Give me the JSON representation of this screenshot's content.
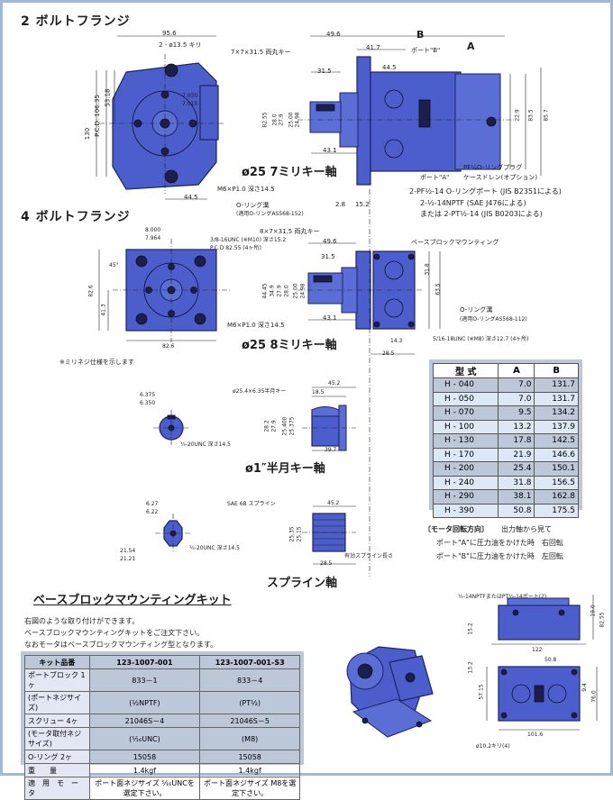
{
  "sections": {
    "two_bolt": "2 ボルトフランジ",
    "four_bolt": "4 ボルトフランジ",
    "shaft_25_7": "ø25 7ミリキー軸",
    "shaft_25_8": "ø25 8ミリキー軸",
    "shaft_1in": "ø1″半月キー軸",
    "spline": "スプライン軸",
    "kit": "ベースブロックマウンティングキット"
  },
  "two_bolt": {
    "dims": [
      "95.6",
      "2 - ø13.5 キリ",
      "130",
      "P.C.D. 106.35",
      "53.18",
      "7.030",
      "7.015",
      "44.5",
      "M6×P1.0 深さ14.5",
      "O-リング溝",
      "(適用O-リングAS568-152)"
    ]
  },
  "side_view": {
    "key_note": "7×7×31.5 両丸キー",
    "dims": [
      "49.6",
      "41.7",
      "31.5",
      "44.5",
      "82.55",
      "28.0",
      "27.9",
      "25.00",
      "24.98",
      "43.1",
      "2.8",
      "15.2",
      "22.9",
      "83.5",
      "85.7",
      "B",
      "A"
    ],
    "port_b": "ポート\"B\"",
    "port_a": "ポート\"A\"",
    "drain": "PF¼O-リングプラグ",
    "drain2": "ケースドレン(オプション)",
    "port_note1": "2-PF½-14 O-リングポート (JIS B2351による)",
    "port_note2": "2-½-14NPTF (SAE J476による)",
    "port_note3": "または 2-PT½-14 (JIS B0203による)"
  },
  "four_bolt": {
    "dims": [
      "8.000",
      "7.964",
      "3/8-16UNC (※M10) 深さ15.2",
      "P.C.D 82.55 (4ヶ所)",
      "45°",
      "82.6",
      "41.3",
      "82.6",
      "M6×P1.0 深さ14.5",
      "8×7×31.5 両丸キー",
      "49.6",
      "31.5",
      "44.45",
      "34.9",
      "27.9",
      "28.0",
      "25.00",
      "24.98",
      "43.1",
      "31.8",
      "63.5",
      "14.3",
      "28.5"
    ],
    "base_mount": "ベースブロックマウンティング",
    "oring": "O-リング溝",
    "oring2": "(適用O-リングAS568-112)",
    "bolt": "5/16-18UNC (※M8) 深さ12.7 (4ヶ所)"
  },
  "metric_note": "※ミリネジ仕様を示します",
  "shaft_1in": {
    "dims": [
      "6.375",
      "6.350",
      "¼-20UNC 深さ14.5",
      "ø25.4×6.35半月キー",
      "18.5",
      "45.2",
      "28.2",
      "27.9",
      "25.400",
      "25.375",
      "39.7"
    ]
  },
  "spline_shaft": {
    "dims": [
      "6.27",
      "6.22",
      "21.54",
      "21.21",
      "¼-20UNC 深さ14.5",
      "SAE 6B スプライン",
      "45.2",
      "25.35",
      "25.15",
      "28.5",
      "有効スプライン長さ"
    ]
  },
  "model_table": {
    "headers": [
      "型 式",
      "A",
      "B"
    ],
    "rows": [
      [
        "H - 040",
        "7.0",
        "131.7"
      ],
      [
        "H - 050",
        "7.0",
        "131.7"
      ],
      [
        "H - 070",
        "9.5",
        "134.2"
      ],
      [
        "H - 100",
        "13.2",
        "137.9"
      ],
      [
        "H - 130",
        "17.8",
        "142.5"
      ],
      [
        "H - 170",
        "21.9",
        "146.6"
      ],
      [
        "H - 200",
        "25.4",
        "150.1"
      ],
      [
        "H - 240",
        "31.8",
        "156.5"
      ],
      [
        "H - 290",
        "38.1",
        "162.8"
      ],
      [
        "H - 390",
        "50.8",
        "175.5"
      ]
    ]
  },
  "rotation": {
    "title": "〔モータ回転方向〕",
    "line0": "出力軸から見て",
    "line1": "ポート\"A\"に圧力油をかけた時　右回転",
    "line2": "ポート\"B\"に圧力油をかけた時　左回転"
  },
  "kit": {
    "desc1": "右図のような取り付けができます。",
    "desc2": "ベースブロックマウンティングキットをご注文下さい。",
    "desc3": "なおモータはベースブロックマウンティング型となります。",
    "table": {
      "headers": [
        "キット品番",
        "123-1007-001",
        "123-1007-001-S3"
      ],
      "rows": [
        [
          "ポートブロック 1ヶ",
          "833－1",
          "833－4"
        ],
        [
          "(ポートネジサイズ)",
          "(½NPTF)",
          "(PT½)"
        ],
        [
          "スクリュー 4ヶ",
          "21046S－4",
          "21046S－5"
        ],
        [
          "(モータ取付ネジサイズ)",
          "(⁵⁄₁₆UNC)",
          "(M8)"
        ],
        [
          "O-リング 2ヶ",
          "15058",
          "15058"
        ],
        [
          "重　　量",
          "1.4kgf",
          "1.4kgf"
        ],
        [
          "適　用　モ　ー　タ",
          "ポート面ネジサイズ ⁵⁄₁₆UNCを選定下さい。",
          "ポート面ネジサイズ M8を選定下さい。"
        ]
      ]
    }
  },
  "kit_drawing": {
    "dims": [
      "½-14NPTFまたはPT½-14ポート(2)",
      "19.0",
      "82.55",
      "15.2",
      "122",
      "50.8",
      "13.2",
      "57.15",
      "9.4",
      "76.0",
      "101.6",
      "ø10.2キリ(4)"
    ]
  }
}
